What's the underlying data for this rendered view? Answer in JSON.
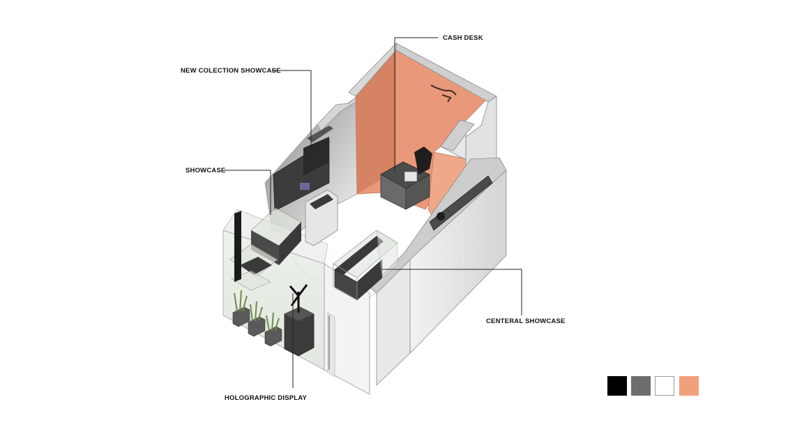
{
  "labels": {
    "cash_desk": "CASH DESK",
    "new_collection_showcase": "NEW COLECTION SHOWCASE",
    "showcase": "SHOWCASE",
    "central_showcase": "CENTERAL SHOWCASE",
    "holographic_display": "HOLOGRAPHIC DISPLAY"
  },
  "palette": {
    "black": "#000000",
    "grey": "#6d6d6d",
    "white": "#ffffff",
    "salmon": "#f2a07c"
  },
  "colors": {
    "accent_wall": "#e9997a",
    "accent_wall_dark": "#d07d5e",
    "wall_light": "#e4e4e4",
    "wall_mid": "#cfcfcf",
    "furniture": "#3f3f3f"
  }
}
